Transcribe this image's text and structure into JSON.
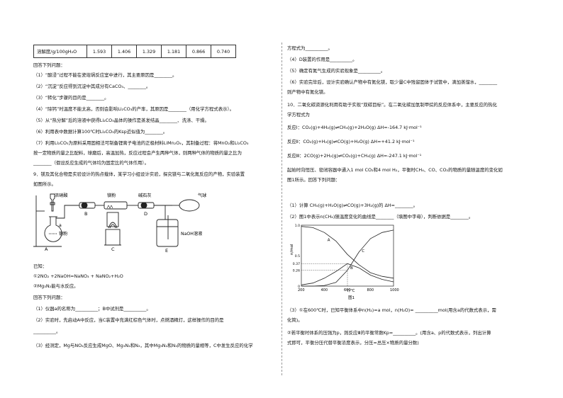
{
  "left": {
    "table": {
      "header": "溶解度/g/100gH₂O",
      "values": [
        "1.593",
        "1.406",
        "1.329",
        "1.181",
        "0.866",
        "0.740"
      ]
    },
    "answer_intro": "回答下列问题：",
    "q_lines": [
      "（1）“酸浸”过程不能在瓷坩埚反应室中进行，其主要原因是________。",
      "（2）“沉淀”反应得到沉淀中其成分有CaCO₃、________。",
      "（3）“转化”步骤的目的是________。",
      "（4）“除钙”时温度不能太高，否则会影响Li₂CO₃的产率，其原因是________（用化学方程式表示）。",
      "（5）从“热分解”后的溶液中获得Li₂CO₃晶体的操作是蒸发结晶________、洗涤、干燥。",
      "（6）利用表中数据计算100℃时Li₂CO₃的Ksp近似值为________。",
      "（7）利用Li₂CO₃为原料采用固相法可制备锂离子电池的正极材料LiMn₂O₄，其制备过程：将MnO₂和Li₂CO₃",
      "按一定物质的量之比配料，球磨后，高温加热，反应过程会产生两种气体，则两种气体的物质的量之比为",
      "________（假设反应生成的气体均为固定比的气体作用）。"
    ],
    "q9_lines": [
      "9．镁及其化合物是实验设计的热点载体，某学习小组设计实验，探究镁与二氧化氮反应的产物，实验装置",
      "如图所示。"
    ],
    "diagram": {
      "labels": {
        "conc_acid": "浓硝酸",
        "copper": "铜粉",
        "mg": "镁粉",
        "soda_lime": "碱石灰",
        "balloon": "气球",
        "naoh": "NaOH溶液",
        "a": "a",
        "A": "A",
        "B": "B",
        "C": "C",
        "D": "D",
        "E": "E"
      }
    },
    "known_title": "已知：",
    "known_lines": [
      "①2NO₂ +2NaOH=NaNO₃ + NaNO₂+H₂O",
      "②Mg₃N₂能与水反应。"
    ],
    "answer_intro2": "回答下列问题：",
    "q9_questions": [
      "（1）仪器a的名称为__________；B中试剂是__________。",
      "（2）实验时，先启动A中反应，当C装置中充满红棕色气体时，点燃酒精灯，这样操作的目的是",
      "__________。",
      "（3）经测定，Mg与NO₂反应生成MgO、Mg₃N₂和N₂，其中Mg₃N₂和N₂的物质的量相等，C中发生反应的化学"
    ]
  },
  "right": {
    "top_lines": [
      "方程式为__________。",
      "（4）D装置的作用是__________。",
      "（5）确定有氮气生成的实验现象是__________。",
      "（6）实验完毕后，设计实验确认产物中有氮化镁，取少量C中残留固体于试管中，滴加蒸馏水，________",
      "则产物中有氮化镁。"
    ],
    "q10_lines": [
      "10．二氧化碳资源化利用有助于实现“双碳目标”。在二氧化碳加氢制甲烷的反应体系中，主要反应的热化",
      "学方程式为"
    ],
    "reactions": [
      "反应Ⅰ：CO₂(g)+4H₂(g)⇌CH₄(g)+2H₂O(g)  ΔH=-164.7 kJ·mol⁻¹",
      "反应Ⅱ：CO₂(g)+H₂(g)⇌CO(g)+H₂O(g)  ΔH=+41.2 kJ·mol⁻¹",
      "反应Ⅲ：2CO(g)+2H₂(g)⇌CO₂(g)+CH₄(g)  ΔH=-247.1 kJ·mol⁻¹"
    ],
    "mid_lines": [
      "起始时向恒压、密闭容器中通入1 mol CO₂和4 mol H₂，平衡时CH₄、CO、CO₂的物质的量随温度的变化如",
      "图1所示。回答下列问题："
    ],
    "q10_a": [
      "（1）计算 CH₄(g)+H₂O(g)⇌CO(g)+3H₂(g)的 ΔH=________。",
      "（2）图1中表示n(CH₄)随温度变化的曲线是________（填图中字母），判断依据是________。"
    ],
    "q10_b": [
      "（3）①在600℃时，已知平衡体系中n(H₂)=a mol，n(H₂O)= __________mol(用含a的代数式表示，需",
      "化简)。",
      "②若平衡时体系的压强为p，则反应Ⅲ的平衡常数Kp=__________。(用含a、p的代数式表示，列出计算",
      "式即可，平衡分压代替平衡浓度表示，分压=总压×物质的量分数)"
    ]
  },
  "chart_data": {
    "type": "line",
    "title": "图1",
    "xlabel": "T/℃",
    "ylabel": "n/mol",
    "xlim": [
      200,
      1000
    ],
    "ylim": [
      0,
      1.0
    ],
    "x_ticks": [
      200,
      400,
      600,
      800,
      1000
    ],
    "y_ticks": [
      "0",
      "0.26",
      "0.37",
      "0.5",
      "1.0"
    ],
    "series": [
      {
        "name": "A",
        "x": [
          200,
          300,
          400,
          500,
          600,
          700,
          800,
          900,
          1000
        ],
        "values": [
          0.98,
          0.96,
          0.88,
          0.74,
          0.52,
          0.35,
          0.22,
          0.16,
          0.13
        ]
      },
      {
        "name": "B",
        "x": [
          200,
          300,
          400,
          500,
          600,
          700,
          800,
          900,
          1000
        ],
        "values": [
          0.02,
          0.05,
          0.13,
          0.24,
          0.37,
          0.3,
          0.18,
          0.11,
          0.07
        ]
      },
      {
        "name": "C",
        "x": [
          200,
          300,
          400,
          500,
          600,
          700,
          800,
          900,
          1000
        ],
        "values": [
          0.0,
          0.0,
          0.01,
          0.06,
          0.26,
          0.56,
          0.78,
          0.88,
          0.92
        ]
      }
    ],
    "marks": {
      "x": 600,
      "y": [
        0.26,
        0.37
      ]
    }
  }
}
